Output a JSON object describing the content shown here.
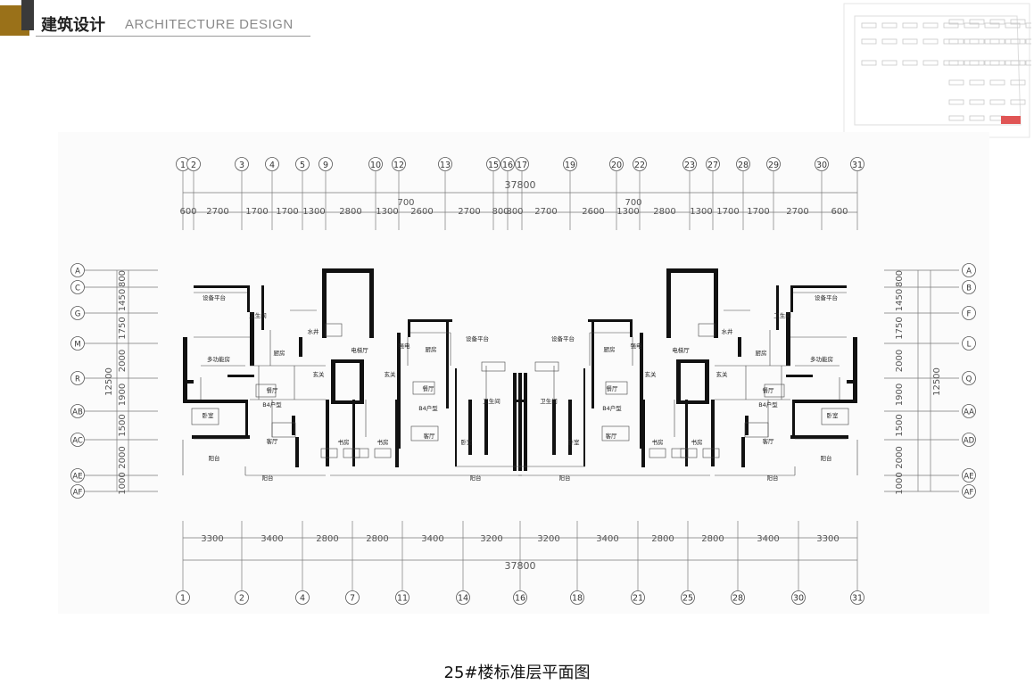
{
  "header": {
    "title": "建筑设计",
    "subtitle": "ARCHITECTURE DESIGN",
    "accent_color": "#9a7119"
  },
  "caption": "25#楼标准层平面图",
  "plan": {
    "total_dimension": "37800",
    "top_axes": [
      "1",
      "2",
      "3",
      "4",
      "5",
      "9",
      "10",
      "12",
      "13",
      "15",
      "16",
      "17",
      "19",
      "20",
      "22",
      "23",
      "27",
      "28",
      "29",
      "30",
      "31"
    ],
    "top_segments": [
      "600",
      "2700",
      "1700",
      "1700",
      "1300",
      "2800",
      "1300",
      "2600",
      "2700",
      "800",
      "800",
      "2700",
      "2600",
      "1300",
      "2800",
      "1300",
      "1700",
      "1700",
      "2700",
      "600"
    ],
    "top_extra": "700",
    "bottom_axes": [
      "1",
      "2",
      "4",
      "7",
      "11",
      "14",
      "16",
      "18",
      "21",
      "25",
      "28",
      "30",
      "31"
    ],
    "bottom_segments": [
      "3300",
      "3400",
      "2800",
      "2800",
      "3400",
      "3200",
      "3200",
      "3400",
      "2800",
      "2800",
      "3400",
      "3300"
    ],
    "left_axes": [
      "A",
      "C",
      "G",
      "M",
      "R",
      "AB",
      "AC",
      "AE",
      "AF"
    ],
    "right_axes": [
      "A",
      "B",
      "F",
      "L",
      "Q",
      "AA",
      "AD",
      "AE",
      "AF"
    ],
    "side_segments": [
      "800",
      "1450",
      "1750",
      "2000",
      "1900",
      "1500",
      "2000",
      "1000"
    ],
    "side_total": "12500",
    "room_labels": {
      "equip": "设备平台",
      "bath": "卫生间",
      "kitchen": "厨房",
      "multi": "多功能房",
      "dining": "餐厅",
      "living": "客厅",
      "bedroom": "卧室",
      "study": "书房",
      "balcony": "阳台",
      "foyer": "玄关",
      "lift_hall": "电梯厅",
      "water_well": "水井",
      "elec_well": "强电",
      "unit_b4": "B4户型"
    }
  }
}
